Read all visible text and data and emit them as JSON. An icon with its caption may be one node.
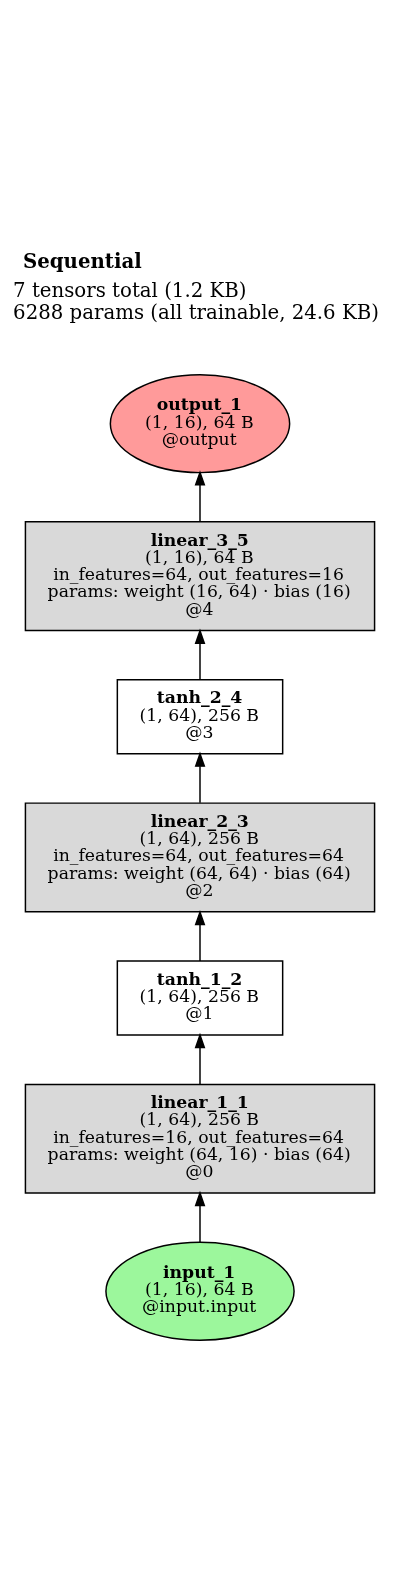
{
  "diagram": {
    "title": "Sequential",
    "nodes": [
      {
        "text": [
          "output_1",
          "(1, 16), 64 B",
          "@output"
        ]
      },
      {
        "text": [
          "linear_3_5",
          "(1, 16), 64 B",
          "in_features=64, out_features=16",
          "params: weight (16, 64) · bias (16)",
          "@4"
        ]
      },
      {
        "text": [
          "tanh_2_4",
          "(1, 64), 256 B",
          "@3"
        ]
      },
      {
        "text": [
          "linear_2_3",
          "(1, 64), 256 B",
          "in_features=64, out_features=64",
          "params: weight (64, 64) · bias (64)",
          "@2"
        ]
      },
      {
        "text": [
          "tanh_1_2",
          "(1, 64), 256 B",
          "@1"
        ]
      },
      {
        "text": [
          "linear_1_1",
          "(1, 64), 256 B",
          "in_features=16, out_features=64",
          "params: weight (64, 16) · bias (64)",
          "@0"
        ]
      },
      {
        "text": [
          "input_1",
          "(1, 16), 64 B",
          "@input.input"
        ]
      }
    ],
    "edges": [
      {
        "from": 6,
        "to": 5,
        "arrow": "to"
      },
      {
        "from": 5,
        "to": 4,
        "arrow": "to"
      },
      {
        "from": 4,
        "to": 3,
        "arrow": "to"
      },
      {
        "from": 3,
        "to": 2,
        "arrow": "to"
      },
      {
        "from": 2,
        "to": 1,
        "arrow": "to"
      },
      {
        "from": 1,
        "to": 0,
        "arrow": "to"
      }
    ],
    "labels": [
      "7 tensors total (1.2 KB)",
      "6288 params (all trainable, 24.6 KB)"
    ]
  }
}
